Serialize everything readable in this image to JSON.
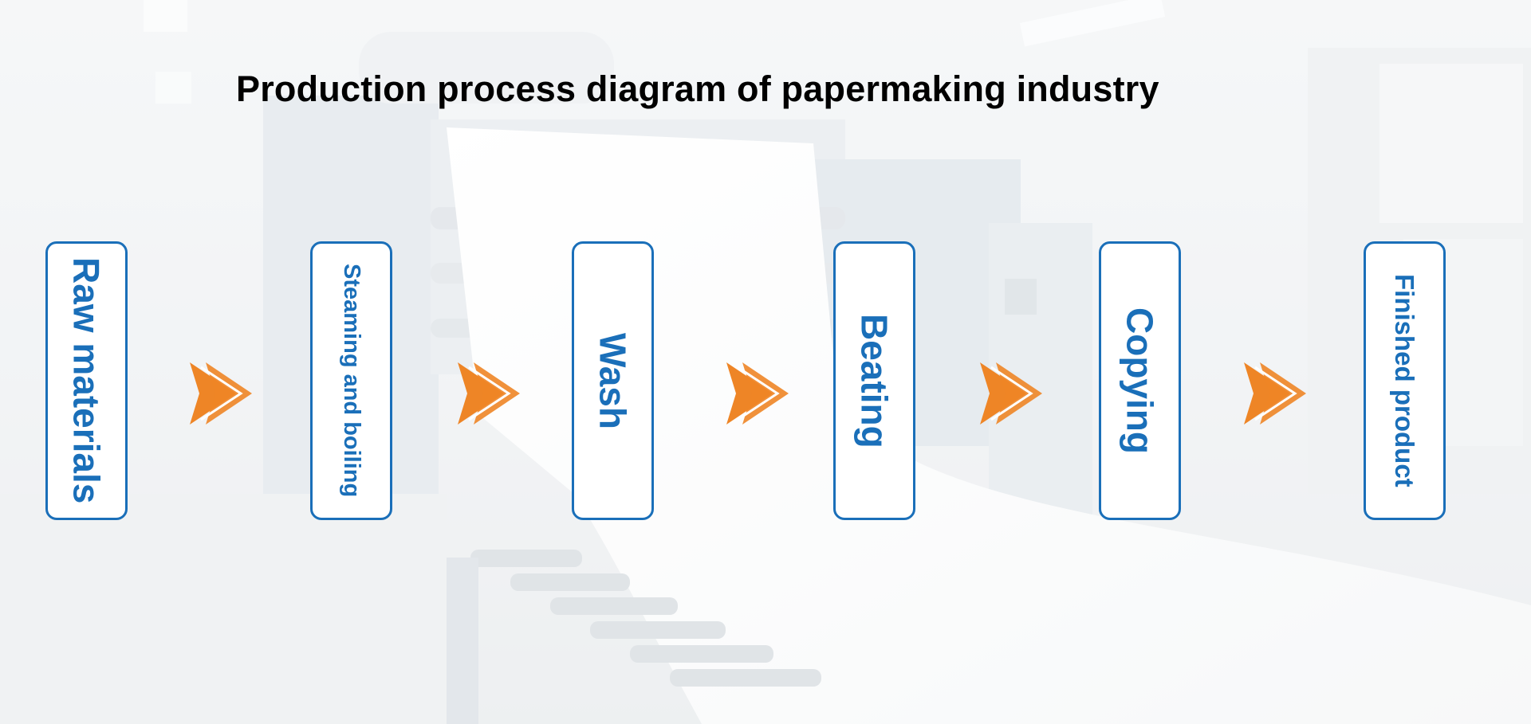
{
  "title": "Production process diagram of papermaking industry",
  "colors": {
    "box_border": "#1a6fb9",
    "box_text": "#1a6fb9",
    "arrow": "#ee8526",
    "title": "#000000"
  },
  "steps": [
    {
      "label": "Raw materials"
    },
    {
      "label": "Steaming and boiling"
    },
    {
      "label": "Wash"
    },
    {
      "label": "Beating"
    },
    {
      "label": "Copying"
    },
    {
      "label": "Finished product"
    }
  ],
  "arrow_icon": "double-chevron-right-icon"
}
